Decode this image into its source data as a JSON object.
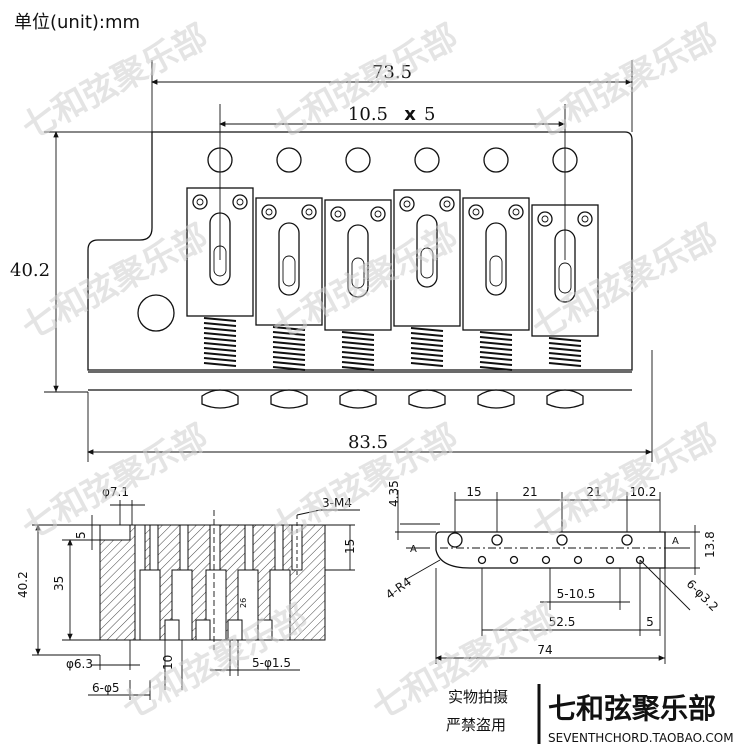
{
  "units_label": "单位(unit):mm",
  "top_view": {
    "width_top": "73.5",
    "spacing": "10.5",
    "spacing_mult": "x",
    "spacing_count": "5",
    "height": "40.2",
    "width_bottom": "83.5"
  },
  "side_section": {
    "hole_dia": "φ7.1",
    "thread": "3-M4",
    "dim_5": "5",
    "dim_35": "35",
    "dim_402": "40.2",
    "dim_15": "15",
    "dim_26": "26",
    "dim_63": "φ6.3",
    "dim_10": "10",
    "dim_6phi5": "6-φ5",
    "dim_5phi15": "5-φ1.5"
  },
  "plate_view": {
    "d435": "4.35",
    "d15": "15",
    "d21a": "21",
    "d21b": "21",
    "d102": "10.2",
    "sec_a_left": "A",
    "sec_a_right": "A",
    "d138": "13.8",
    "r4": "4-R4",
    "d5_105": "5-10.5",
    "d6_32": "6-φ3.2",
    "d525": "52.5",
    "d5": "5",
    "d74": "74"
  },
  "footer": {
    "line1": "实物拍摄",
    "line2": "严禁盗用",
    "brand": "七和弦聚乐部",
    "url": "SEVENTHCHORD.TAOBAO.COM"
  },
  "watermark": "七和弦聚乐部"
}
